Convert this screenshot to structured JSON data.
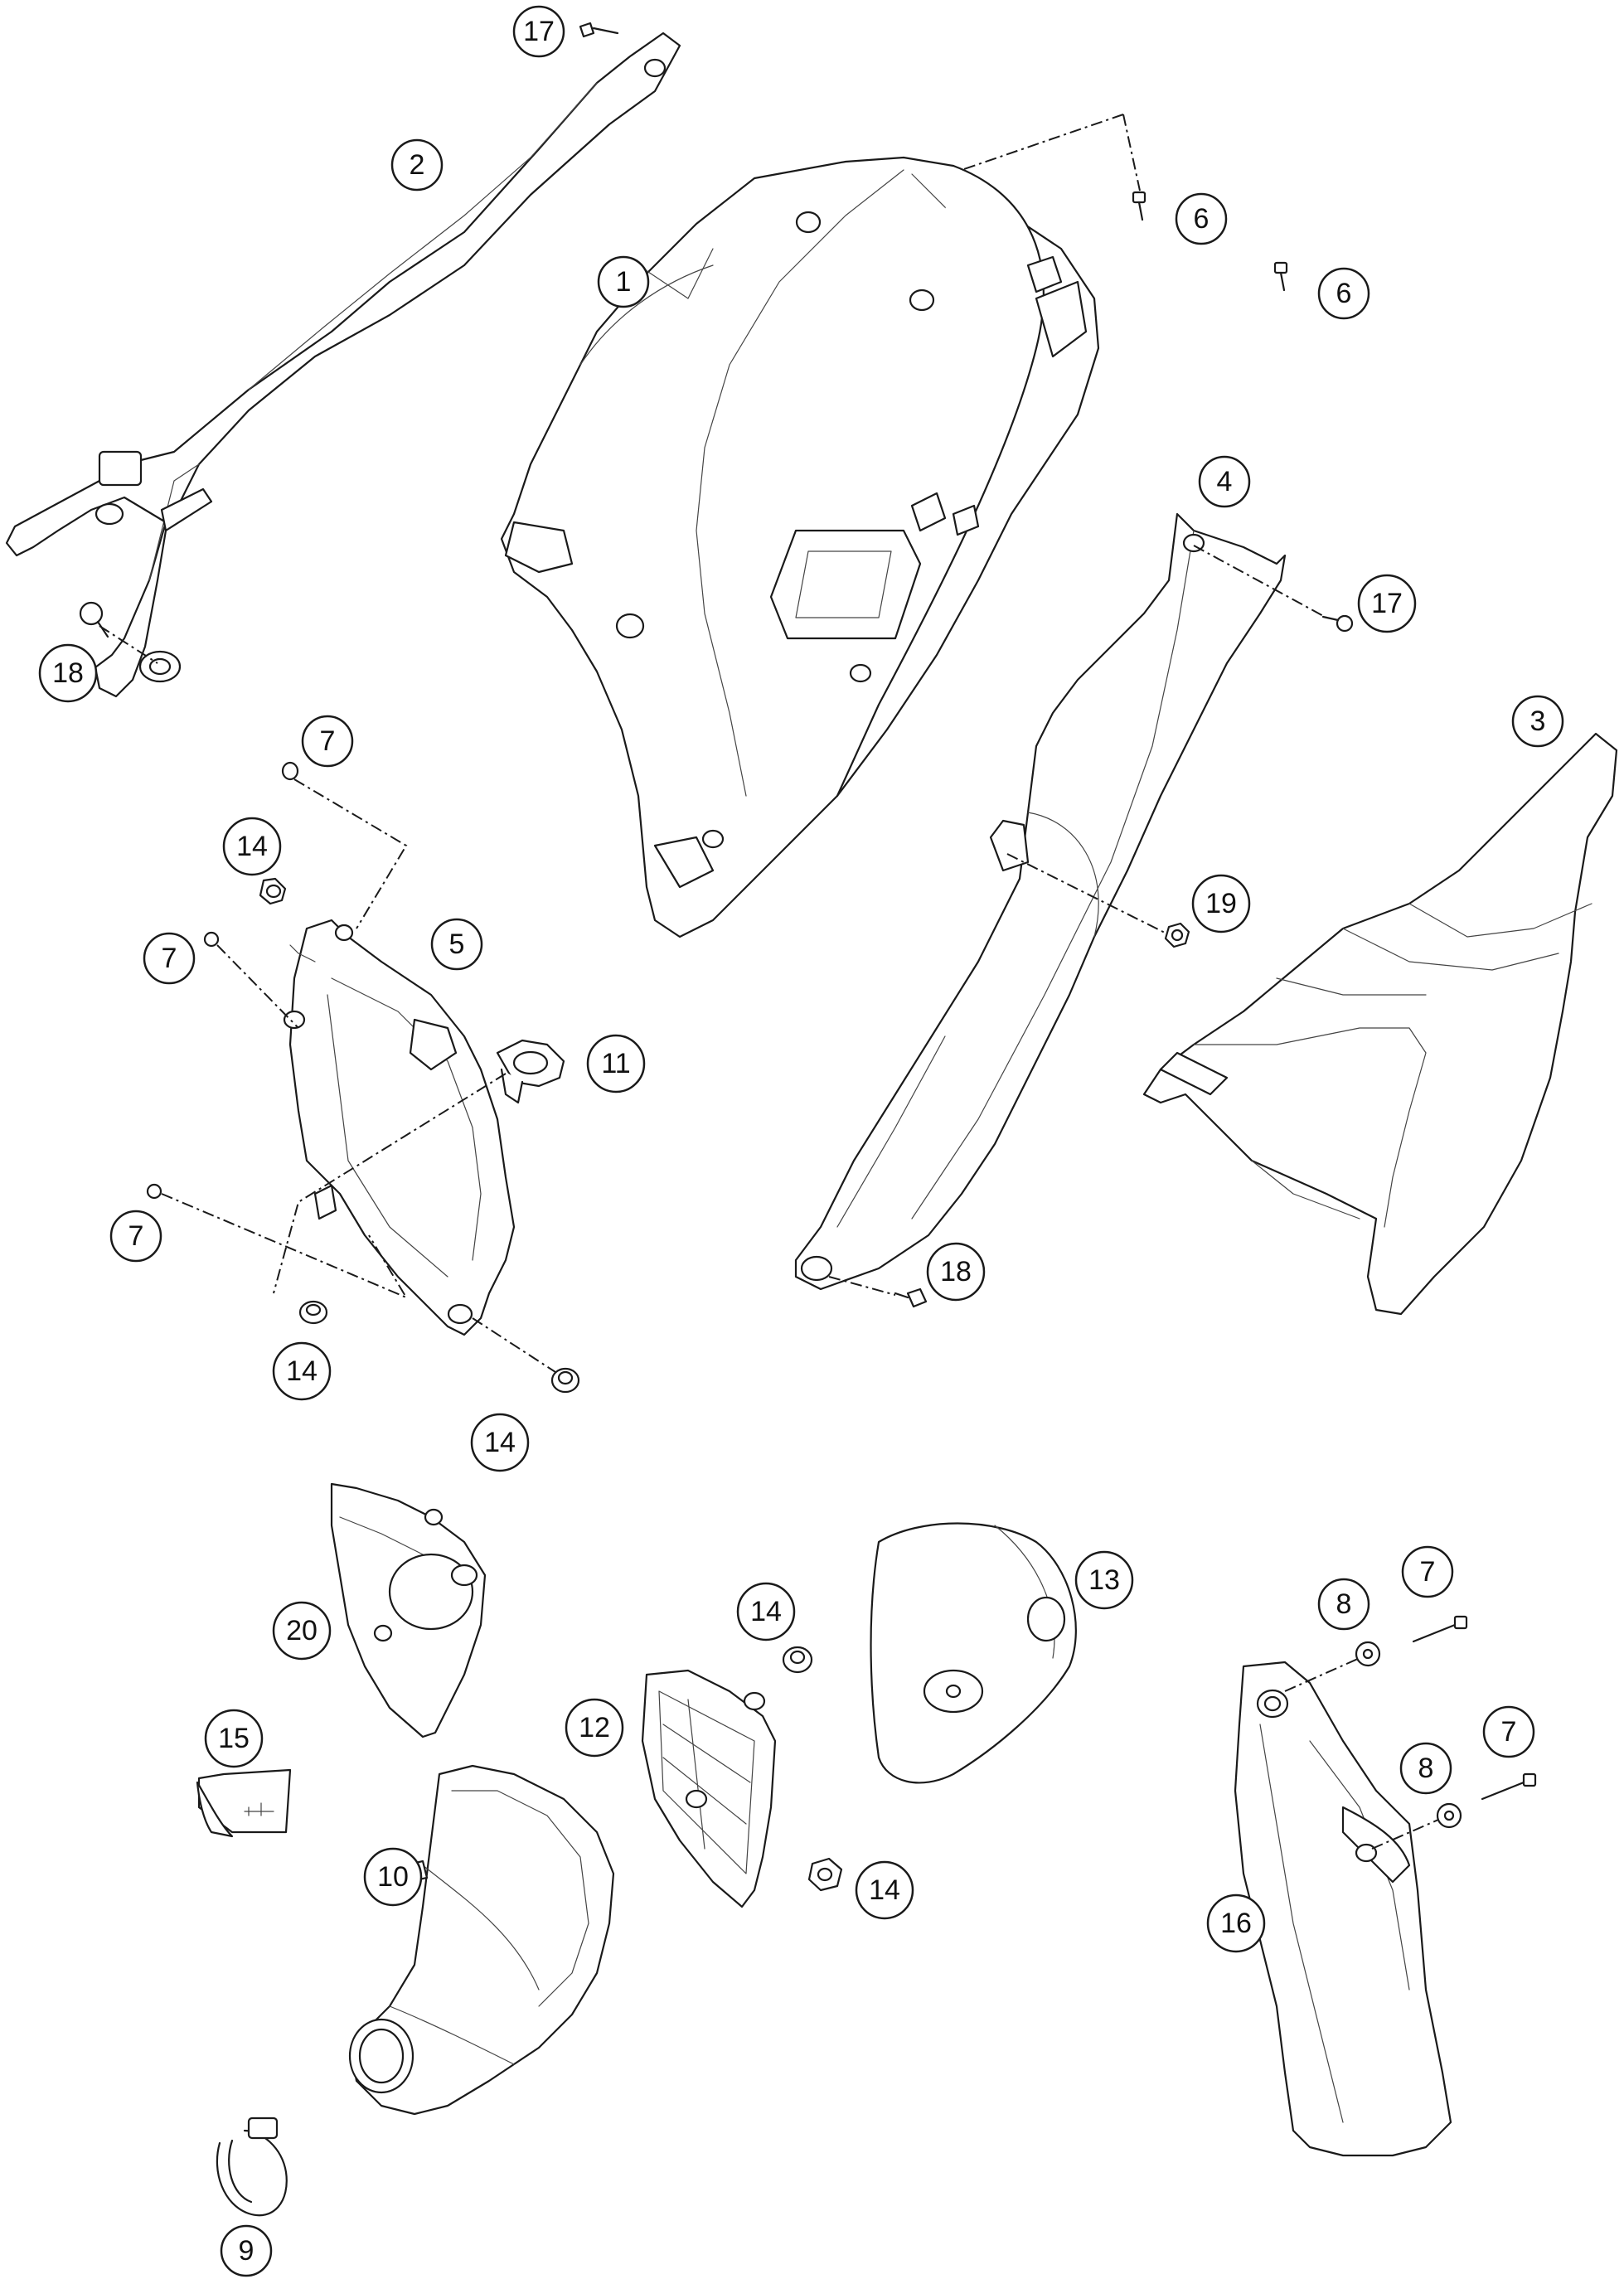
{
  "callouts": [
    {
      "id": "c17a",
      "label": "17"
    },
    {
      "id": "c2",
      "label": "2"
    },
    {
      "id": "c1",
      "label": "1"
    },
    {
      "id": "c6a",
      "label": "6"
    },
    {
      "id": "c6b",
      "label": "6"
    },
    {
      "id": "c18a",
      "label": "18"
    },
    {
      "id": "c4",
      "label": "4"
    },
    {
      "id": "c17b",
      "label": "17"
    },
    {
      "id": "c3",
      "label": "3"
    },
    {
      "id": "c7a",
      "label": "7"
    },
    {
      "id": "c14a",
      "label": "14"
    },
    {
      "id": "c5",
      "label": "5"
    },
    {
      "id": "c7b",
      "label": "7"
    },
    {
      "id": "c11",
      "label": "11"
    },
    {
      "id": "c19",
      "label": "19"
    },
    {
      "id": "c7c",
      "label": "7"
    },
    {
      "id": "c18b",
      "label": "18"
    },
    {
      "id": "c14b",
      "label": "14"
    },
    {
      "id": "c14c",
      "label": "14"
    },
    {
      "id": "c13",
      "label": "13"
    },
    {
      "id": "c14d",
      "label": "14"
    },
    {
      "id": "c20",
      "label": "20"
    },
    {
      "id": "c7d",
      "label": "7"
    },
    {
      "id": "c8a",
      "label": "8"
    },
    {
      "id": "c12",
      "label": "12"
    },
    {
      "id": "c15",
      "label": "15"
    },
    {
      "id": "c7e",
      "label": "7"
    },
    {
      "id": "c8b",
      "label": "8"
    },
    {
      "id": "c14e",
      "label": "14"
    },
    {
      "id": "c10",
      "label": "10"
    },
    {
      "id": "c16",
      "label": "16"
    },
    {
      "id": "c9",
      "label": "9"
    }
  ]
}
